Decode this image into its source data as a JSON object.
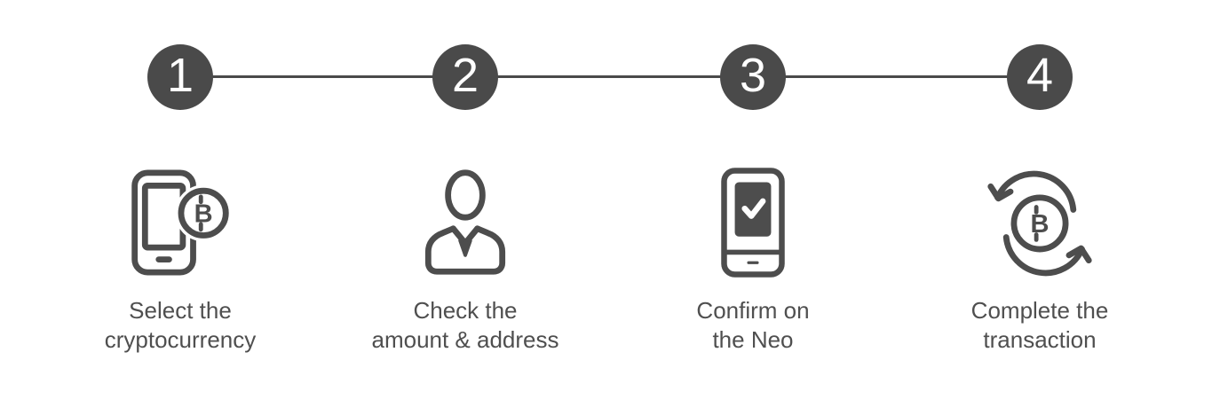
{
  "colors": {
    "background": "#ffffff",
    "step_circle_fill": "#4a4a4a",
    "step_number_color": "#ffffff",
    "connector_color": "#4a4a4a",
    "icon_stroke": "#4d4d4d",
    "label_color": "#4f4f4f"
  },
  "steps": [
    {
      "number": "1",
      "label": "Select the cryptocurrency",
      "label_lines": [
        "Select the",
        "cryptocurrency"
      ],
      "icon": "smartphone-bitcoin-icon"
    },
    {
      "number": "2",
      "label": "Check the amount & address",
      "label_lines": [
        "Check the",
        "amount & address"
      ],
      "icon": "person-icon"
    },
    {
      "number": "3",
      "label": "Confirm on the Neo",
      "label_lines": [
        "Confirm on",
        "the Neo"
      ],
      "icon": "device-checkmark-icon"
    },
    {
      "number": "4",
      "label": "Complete the transaction",
      "label_lines": [
        "Complete the",
        "transaction"
      ],
      "icon": "bitcoin-refresh-icon"
    }
  ]
}
